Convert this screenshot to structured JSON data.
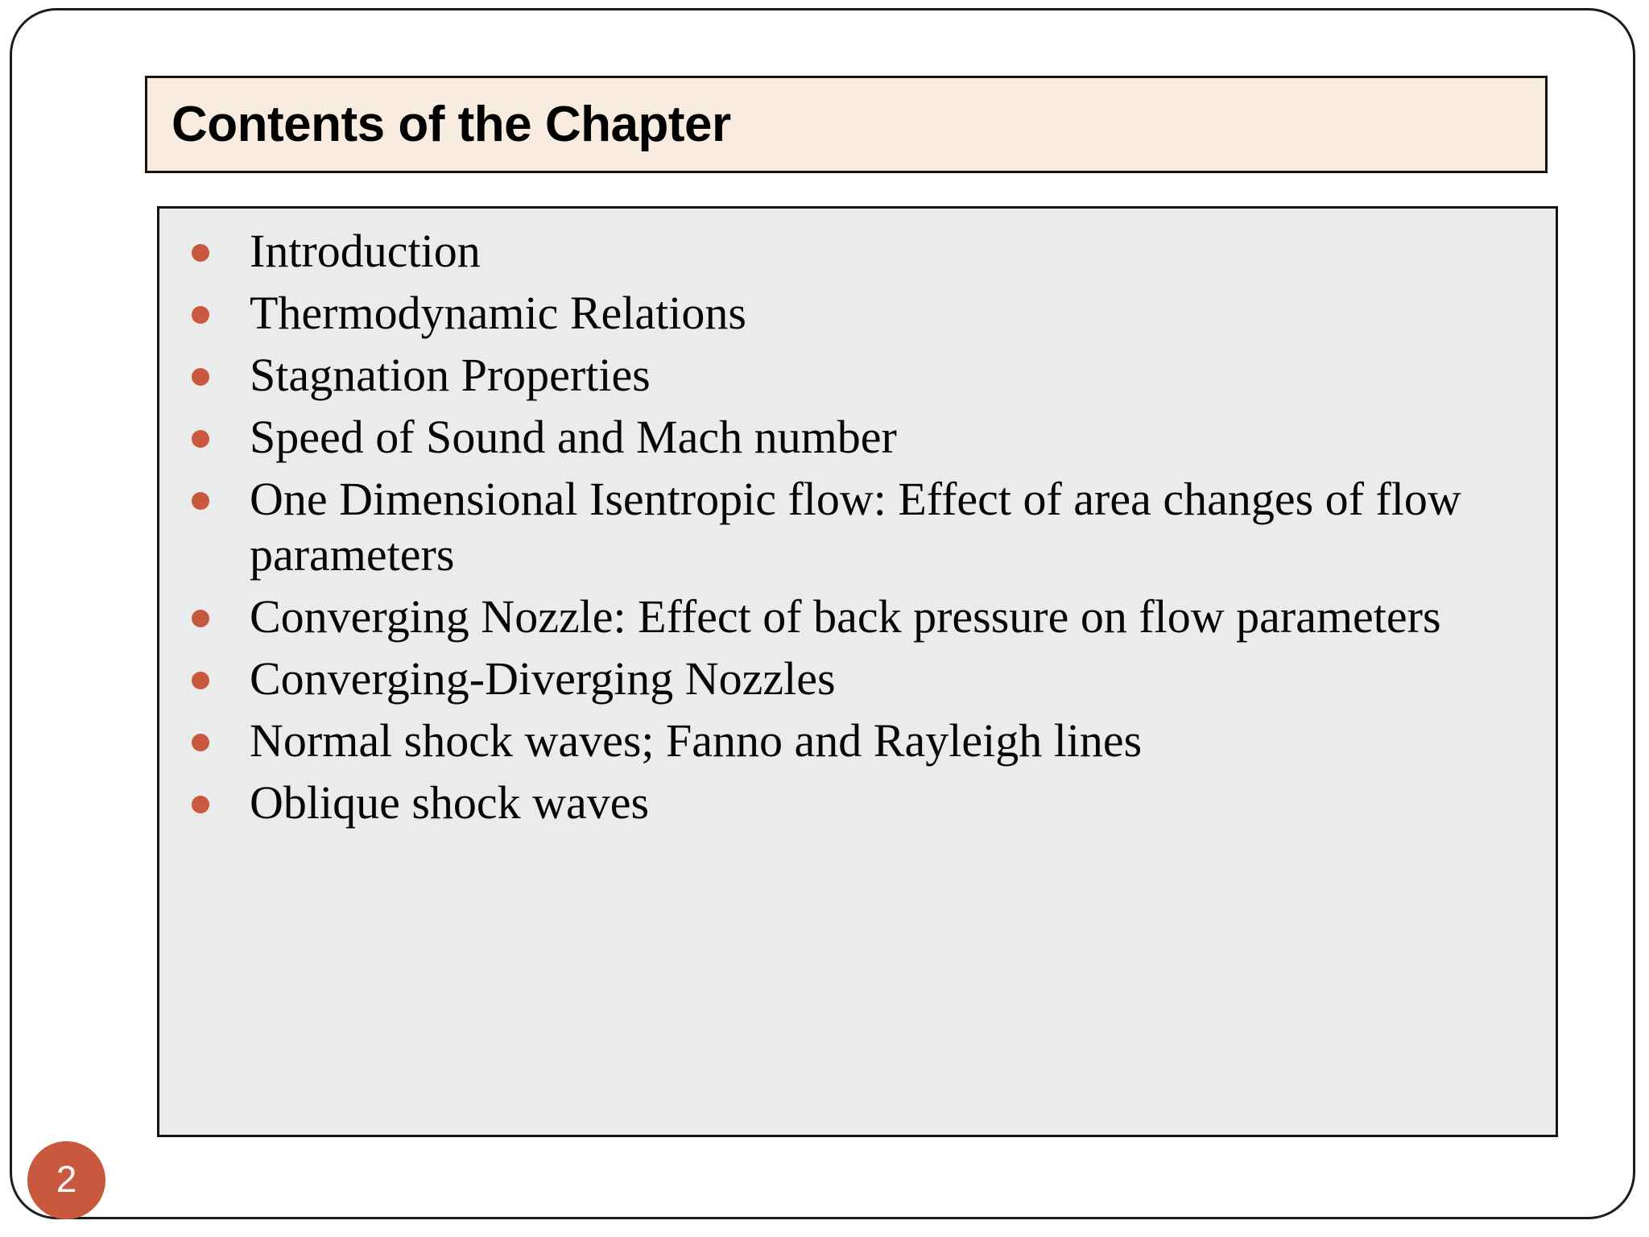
{
  "slide": {
    "page_number": "2",
    "title": "Contents of the Chapter",
    "colors": {
      "title_background": "#f8ebe0",
      "content_background": "#eaeceb",
      "accent": "#c8593f",
      "border": "#17140f",
      "text": "#060606",
      "badge_text": "#fdf5f2"
    },
    "bullets": [
      {
        "label": "Introduction"
      },
      {
        "label": "Thermodynamic Relations"
      },
      {
        "label": "Stagnation Properties"
      },
      {
        "label": "Speed of Sound and Mach number"
      },
      {
        "label": "One Dimensional Isentropic flow: Effect of area changes of flow parameters"
      },
      {
        "label": "Converging Nozzle: Effect of back pressure on flow parameters"
      },
      {
        "label": "Converging-Diverging Nozzles"
      },
      {
        "label": "Normal shock waves; Fanno and Rayleigh lines"
      },
      {
        "label": "Oblique shock waves"
      }
    ]
  }
}
